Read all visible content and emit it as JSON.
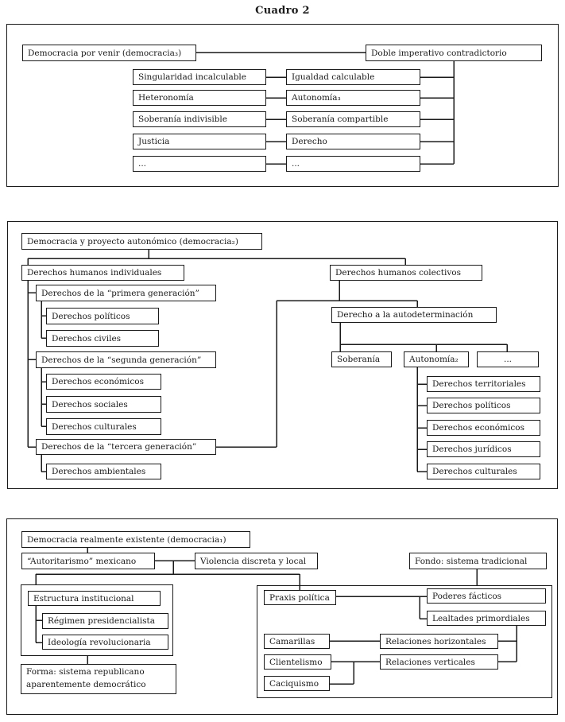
{
  "figure_title": "Cuadro 2",
  "colors": {
    "ink": "#1a1a1a",
    "background": "#ffffff"
  },
  "panel1": {
    "root_left": "Democracia por venir (democracia₃)",
    "root_right": "Doble imperativo contradictorio",
    "pairs": [
      {
        "left": "Singularidad incalculable",
        "right": "Igualdad calculable"
      },
      {
        "left": "Heteronomía",
        "right": "Autonomía₃"
      },
      {
        "left": "Soberanía indivisible",
        "right": "Soberanía compartible"
      },
      {
        "left": "Justicia",
        "right": "Derecho"
      },
      {
        "left": "...",
        "right": "..."
      }
    ]
  },
  "panel2": {
    "root": "Democracia y proyecto autonómico (democracia₂)",
    "left_branch": {
      "title": "Derechos humanos individuales",
      "gen1": {
        "label": "Derechos de la “primera generación”",
        "children": [
          "Derechos políticos",
          "Derechos civiles"
        ]
      },
      "gen2": {
        "label": "Derechos de la “segunda generación”",
        "children": [
          "Derechos económicos",
          "Derechos sociales",
          "Derechos culturales"
        ]
      },
      "gen3": {
        "label": "Derechos de la “tercera generación”",
        "children": [
          "Derechos ambientales"
        ]
      }
    },
    "right_branch": {
      "title": "Derechos humanos colectivos",
      "self_determination": "Derecho a la autodeterminación",
      "options": [
        "Soberanía",
        "Autonomía₂",
        "..."
      ],
      "autonomy_rights": [
        "Derechos territoriales",
        "Derechos políticos",
        "Derechos económicos",
        "Derechos jurídicos",
        "Derechos culturales"
      ]
    }
  },
  "panel3": {
    "root": "Democracia realmente existente (democracia₁)",
    "authoritarianism": "“Autoritarismo” mexicano",
    "violence": "Violencia discreta y local",
    "background_system": "Fondo: sistema tradicional",
    "left_group": {
      "structure": "Estructura institucional",
      "children": [
        "Régimen presidencialista",
        "Ideología revolucionaria"
      ],
      "forma_line1": "Forma: sistema republicano",
      "forma_line2": "aparentemente democrático"
    },
    "right_group": {
      "praxis": "Praxis política",
      "poderes": "Poderes fácticos",
      "lealtades": "Lealtades primordiales",
      "camarillas": "Camarillas",
      "relaciones_horizontales": "Relaciones horizontales",
      "clientelismo": "Clientelismo",
      "relaciones_verticales": "Relaciones verticales",
      "caciquismo": "Caciquismo"
    }
  }
}
